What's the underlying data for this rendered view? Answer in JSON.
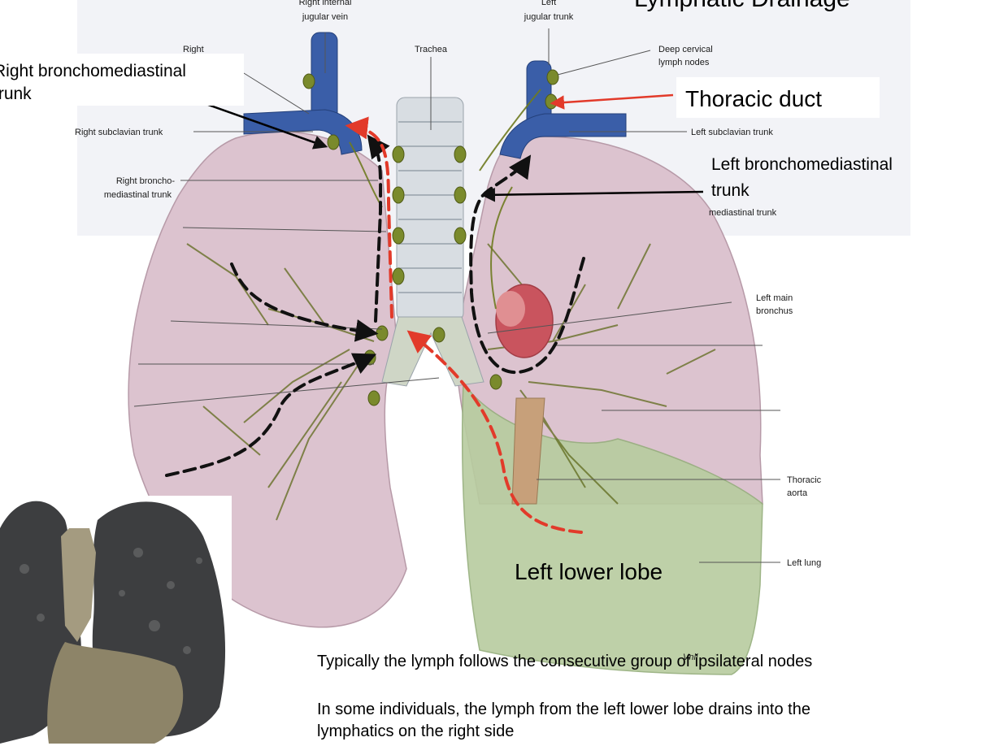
{
  "title": "Lymphatic Drainage",
  "labels": {
    "right_internal_jugular_vein": [
      "Right internal",
      "jugular vein"
    ],
    "left_jugular_trunk": [
      "Left",
      "jugular trunk"
    ],
    "trachea": "Trachea",
    "deep_cervical_lymph_nodes": [
      "Deep cervical",
      "lymph nodes"
    ],
    "right_stub": "Right",
    "right_subclavian_trunk": "Right subclavian trunk",
    "left_subclavian_trunk": "Left subclavian trunk",
    "right_bronchomediastinal_trunk_small": [
      "Right broncho-",
      "mediastinal trunk"
    ],
    "mediastinal_trunk": "mediastinal trunk",
    "left_main_bronchus": [
      "Left main",
      "bronchus"
    ],
    "thoracic_aorta": [
      "Thoracic",
      "aorta"
    ],
    "left_lung": "Left lung",
    "signature": "Vnll"
  },
  "callouts": {
    "right_bronchomediastinal_trunk": [
      "Right bronchomediastinal",
      "trunk"
    ],
    "thoracic_duct": "Thoracic duct",
    "left_bronchomediastinal_trunk": [
      "Left bronchomediastinal",
      "trunk"
    ],
    "left_lower_lobe": "Left lower lobe"
  },
  "notes": {
    "note_1": "Typically the lymph follows the consecutive group of ipsilateral nodes",
    "note_2": [
      "In some individuals, the lymph from the left lower lobe drains into the",
      "lymphatics on the right side"
    ]
  },
  "colors": {
    "lung_fill": "#dcc3cf",
    "lower_lobe_fill": "#b7cc9f",
    "vein": "#3a5ea8",
    "lymph_node": "#7a8a2c",
    "vessel": "#5f6a1c",
    "trachea": "#d8dde2",
    "aorta": "#c7a07a",
    "arch": "#c9545e",
    "path_black": "#111111",
    "path_red": "#e23a2a",
    "specimen_dark": "#3d3e40",
    "specimen_light": "#a49b80"
  }
}
